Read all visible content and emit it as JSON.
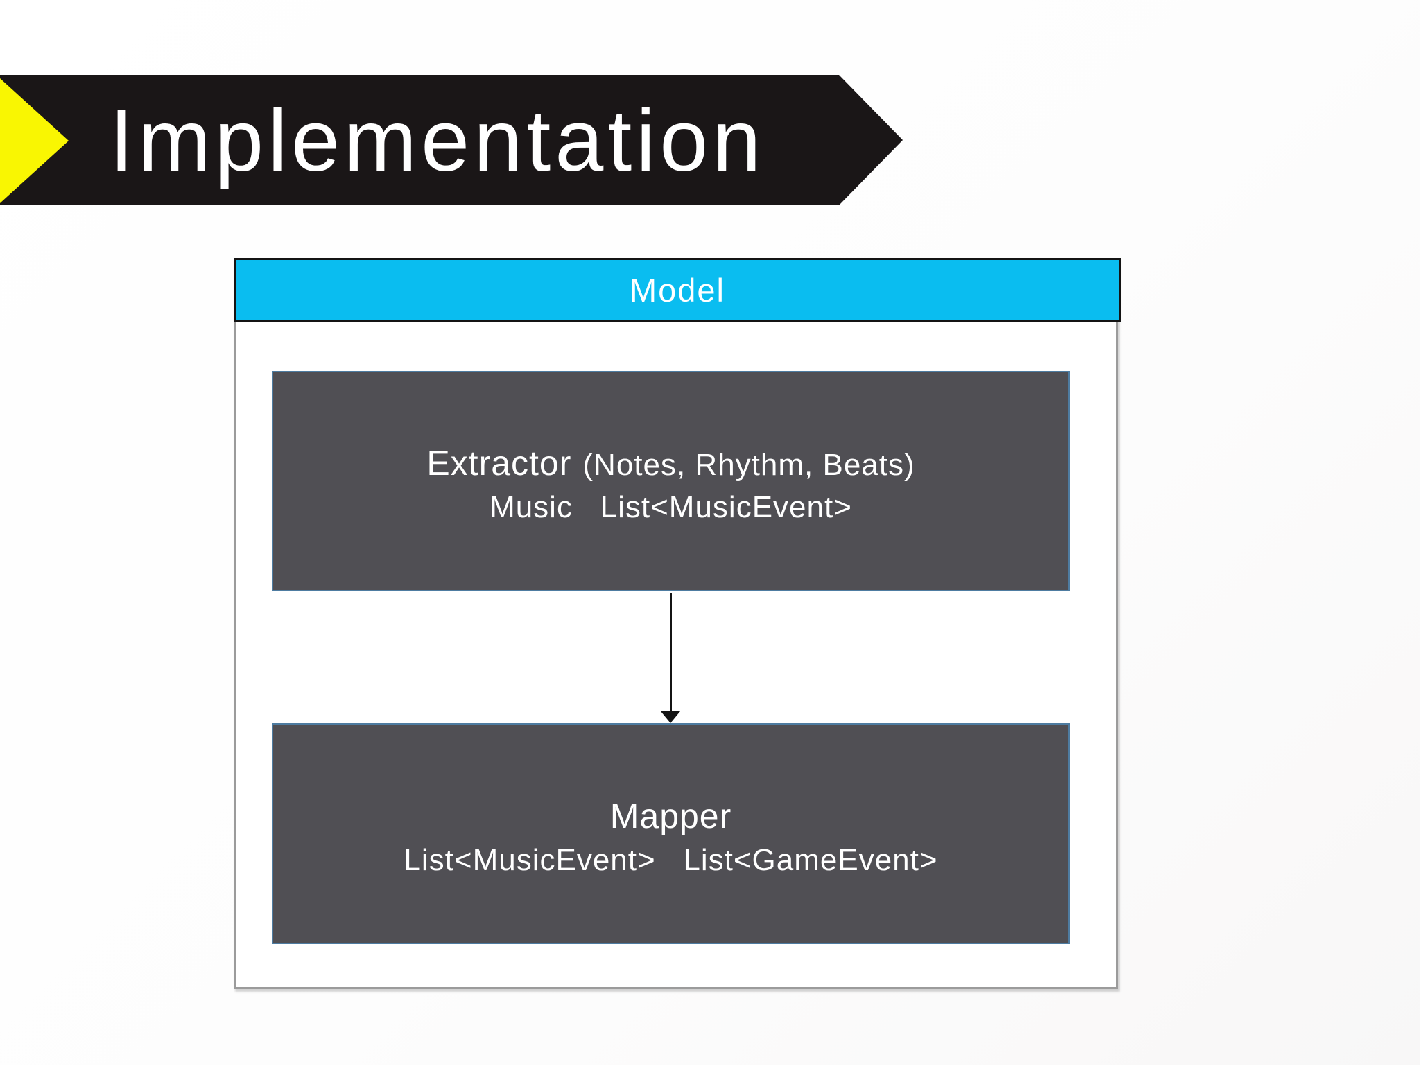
{
  "colors": {
    "banner_black": "#1a1617",
    "highlight_yellow": "#f9f602",
    "accent_cyan": "#0abdf0",
    "header_border": "#141414",
    "node_fill": "#504f54",
    "node_border": "#4e7ca1",
    "container_border": "#9b9b9b",
    "arrow_black": "#141414",
    "text_white": "#ffffff"
  },
  "banner": {
    "title": "Implementation"
  },
  "diagram": {
    "container_label": "Model",
    "nodes": [
      {
        "title": "Extractor",
        "subtitle": "(Notes, Rhythm, Beats)",
        "signature": "Music   List<MusicEvent>"
      },
      {
        "title": "Mapper",
        "subtitle": "",
        "signature": "List<MusicEvent>   List<GameEvent>"
      }
    ],
    "arrow": {
      "from": "Extractor",
      "to": "Mapper"
    }
  }
}
